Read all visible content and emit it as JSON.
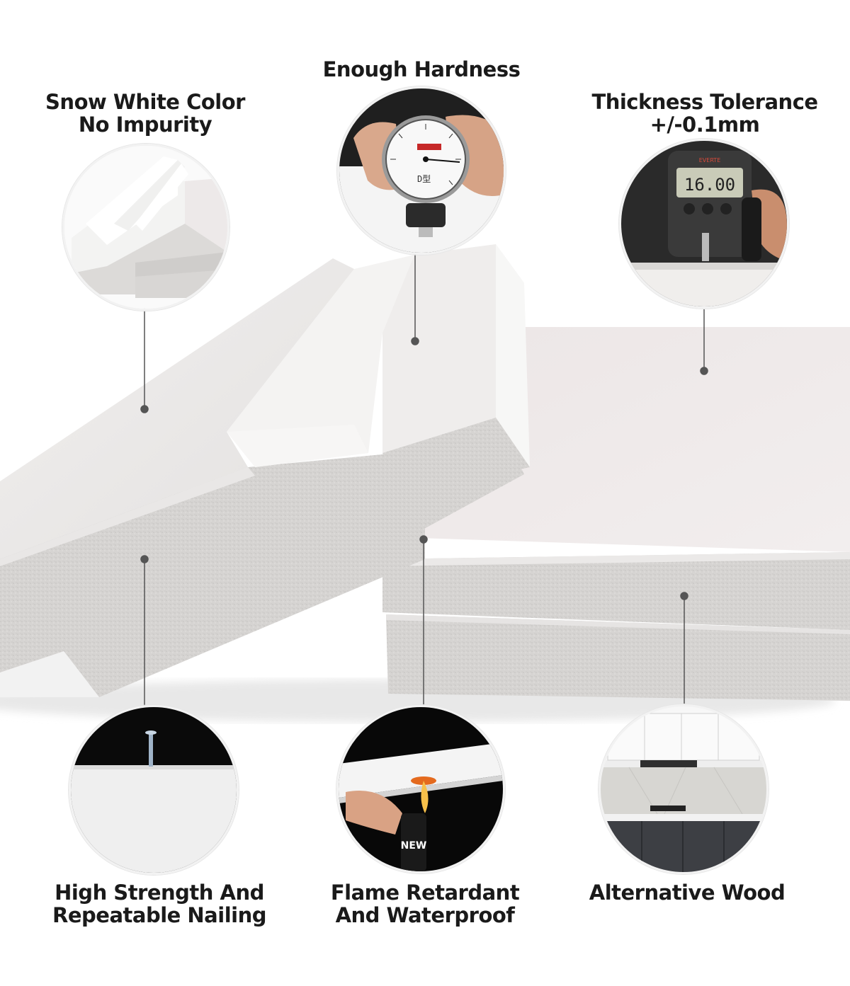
{
  "features": {
    "snow_white": {
      "line1": "Snow White Color",
      "line2": "No Impurity"
    },
    "hardness": {
      "line1": "Enough Hardness"
    },
    "thickness": {
      "line1": "Thickness Tolerance",
      "line2": "+/-0.1mm"
    },
    "nailing": {
      "line1": "High Strength And",
      "line2": "Repeatable Nailing"
    },
    "flame": {
      "line1": "Flame Retardant",
      "line2": "And Waterproof"
    },
    "wood": {
      "line1": "Alternative Wood"
    }
  },
  "gauge_display": "16.00",
  "gauge_brand": "EVERTE",
  "gauge_model": "D型",
  "lighter_text": "NEW",
  "colors": {
    "text": "#1a1a1a",
    "board": "#e9e7e6",
    "board_edge": "#cfcdcb",
    "line": "#555555"
  }
}
